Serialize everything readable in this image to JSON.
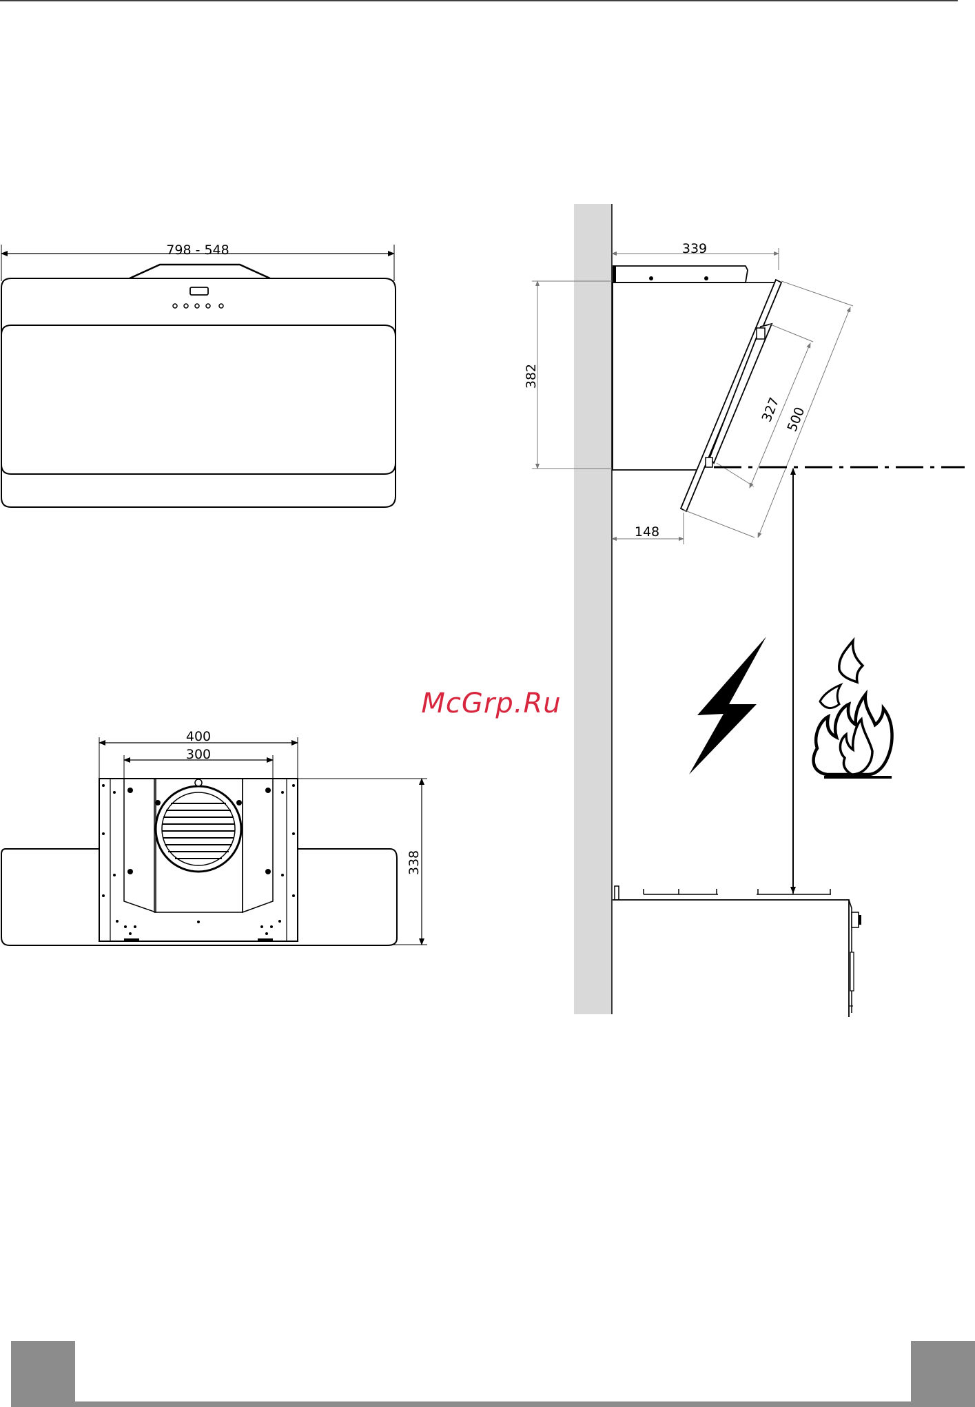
{
  "front_view": {
    "width_label": "798 - 548",
    "indicator_count": 5
  },
  "top_view": {
    "width_outer_label": "400",
    "width_inner_label": "300",
    "depth_label": "338"
  },
  "side_view": {
    "depth_label": "339",
    "height_label": "382",
    "panel_label": "500",
    "glass_label": "327",
    "offset_label": "148"
  },
  "watermark": "McGrp.Ru",
  "icons": [
    "electric-hazard-icon",
    "fire-hazard-icon"
  ],
  "colors": {
    "line": "#000000",
    "wall": "#d9d9d9",
    "footer_tab": "#8c8c8c",
    "watermark": "#d7263d"
  }
}
